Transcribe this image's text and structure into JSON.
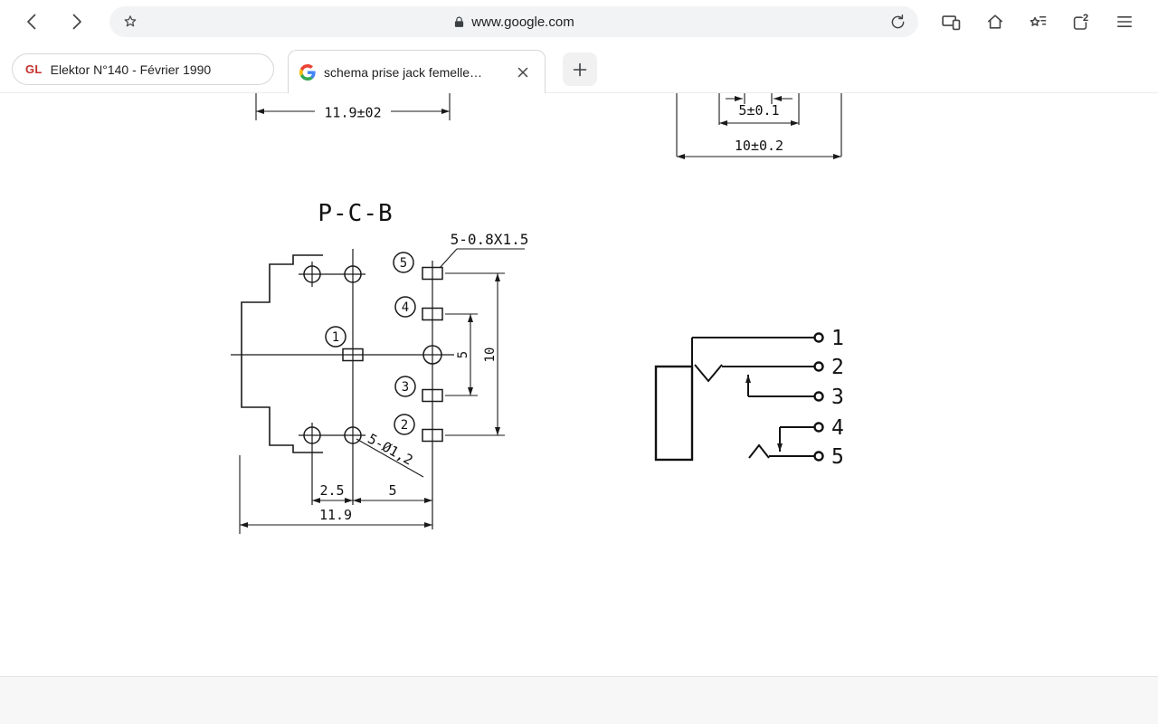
{
  "browser": {
    "toolbar": {
      "url": "www.google.com",
      "tab_count": "2"
    },
    "tabs": [
      {
        "favicon_text": "GL",
        "label": "Elektor N°140 - Février 1990"
      },
      {
        "label": "schema prise jack femelle…"
      }
    ]
  },
  "drawing": {
    "title": "P-C-B",
    "dims": {
      "width_top": "11.9±02",
      "width_inner": "5±0.1",
      "width_outer": "10±0.2",
      "pads": "5-0.8X1.5",
      "holes": "5-Ø1,2",
      "v_small": "5",
      "v_large": "10",
      "h_small": "2.5",
      "h_mid": "5",
      "h_total": "11.9"
    },
    "pcb_pins": [
      "1",
      "2",
      "3",
      "4",
      "5"
    ],
    "schematic_pins": [
      "1",
      "2",
      "3",
      "4",
      "5"
    ]
  }
}
